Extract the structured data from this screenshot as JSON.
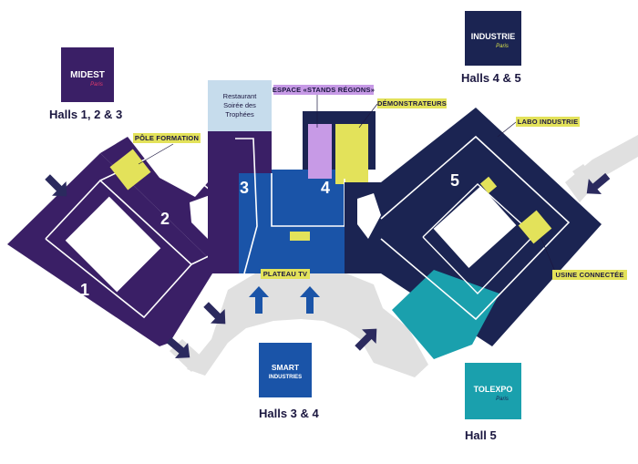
{
  "colors": {
    "midest": "#3a1f66",
    "smart": "#1a54a8",
    "industrie": "#1b2452",
    "tolexpo": "#1aa0ad",
    "lime": "#e3e25a",
    "violet": "#c79ae6",
    "restaurant": "#c6dcec",
    "walkway": "#e0e0e0",
    "arrow": "#2b2a5e"
  },
  "groups": {
    "midest": {
      "logo_main": "MIDEST",
      "logo_sub": "Paris",
      "caption": "Halls 1, 2 & 3"
    },
    "industrie": {
      "logo_main": "INDUSTRIE",
      "logo_sub": "Paris",
      "caption": "Halls 4 & 5"
    },
    "smart": {
      "logo_line1": "SMART",
      "logo_line2": "INDUSTRIES",
      "caption": "Halls 3 & 4"
    },
    "tolexpo": {
      "logo_main": "TOLEXPO",
      "logo_sub": "Paris",
      "caption": "Hall 5"
    }
  },
  "halls": {
    "h1": "1",
    "h2": "2",
    "h3": "3",
    "h4": "4",
    "h5": "5"
  },
  "zones": {
    "restaurant": {
      "line1": "Restaurant",
      "line2": "Soirée des",
      "line3": "Trophées"
    },
    "espace_regions": "ESPACE «STANDS RÉGIONS»",
    "demonstrateurs": "DÉMONSTRATEURS",
    "labo_industrie": "LABO INDUSTRIE",
    "pole_formation": "PÔLE FORMATION",
    "plateau_tv": "PLATEAU TV",
    "usine_connectee": "USINE CONNECTÉE"
  },
  "icons": {
    "entrance": "entrance-arrow-icon"
  }
}
